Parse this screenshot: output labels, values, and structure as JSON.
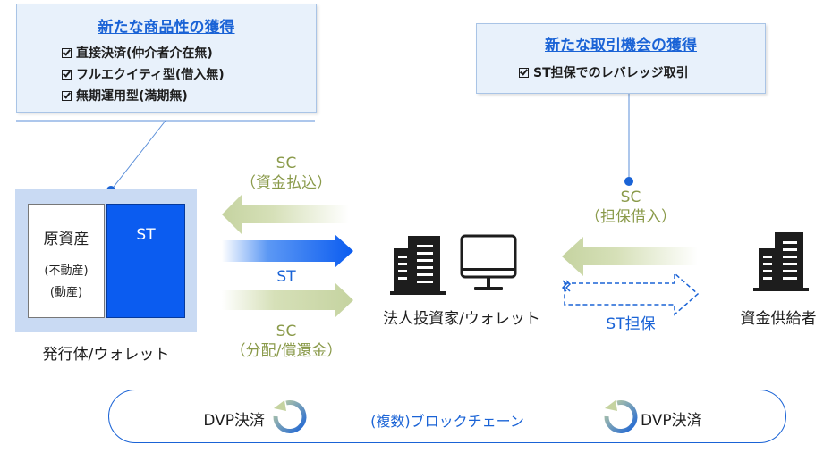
{
  "left_callout": {
    "title": "新たな商品性の獲得",
    "items": [
      "直接決済(仲介者介在無)",
      "フルエクイティ型(借入無)",
      "無期運用型(満期無)"
    ]
  },
  "right_callout": {
    "title": "新たな取引機会の獲得",
    "items": [
      "ST担保でのレバレッジ取引"
    ]
  },
  "issuer": {
    "asset_label": "原資産",
    "asset_sub1": "(不動産)",
    "asset_sub2": "(動産)",
    "st_label": "ST",
    "caption": "発行体/ウォレット"
  },
  "flows_left": {
    "sc_top_line1": "SC",
    "sc_top_line2": "（資金払込）",
    "st_label": "ST",
    "sc_bottom_line1": "SC",
    "sc_bottom_line2": "（分配/償還金）"
  },
  "investor": {
    "label": "法人投資家/ウォレット"
  },
  "flows_right": {
    "sc_line1": "SC",
    "sc_line2": "（担保借入）",
    "st_label": "ST担保"
  },
  "supplier": {
    "label": "資金供給者"
  },
  "footer": {
    "dvp_left": "DVP決済",
    "chain": "(複数)ブロックチェーン",
    "dvp_right": "DVP決済"
  },
  "colors": {
    "accent_blue": "#1a63d6",
    "st_blue": "#0b5cf0",
    "sc_green": "#c8d4a8",
    "sc_text": "#8a9a4a"
  }
}
